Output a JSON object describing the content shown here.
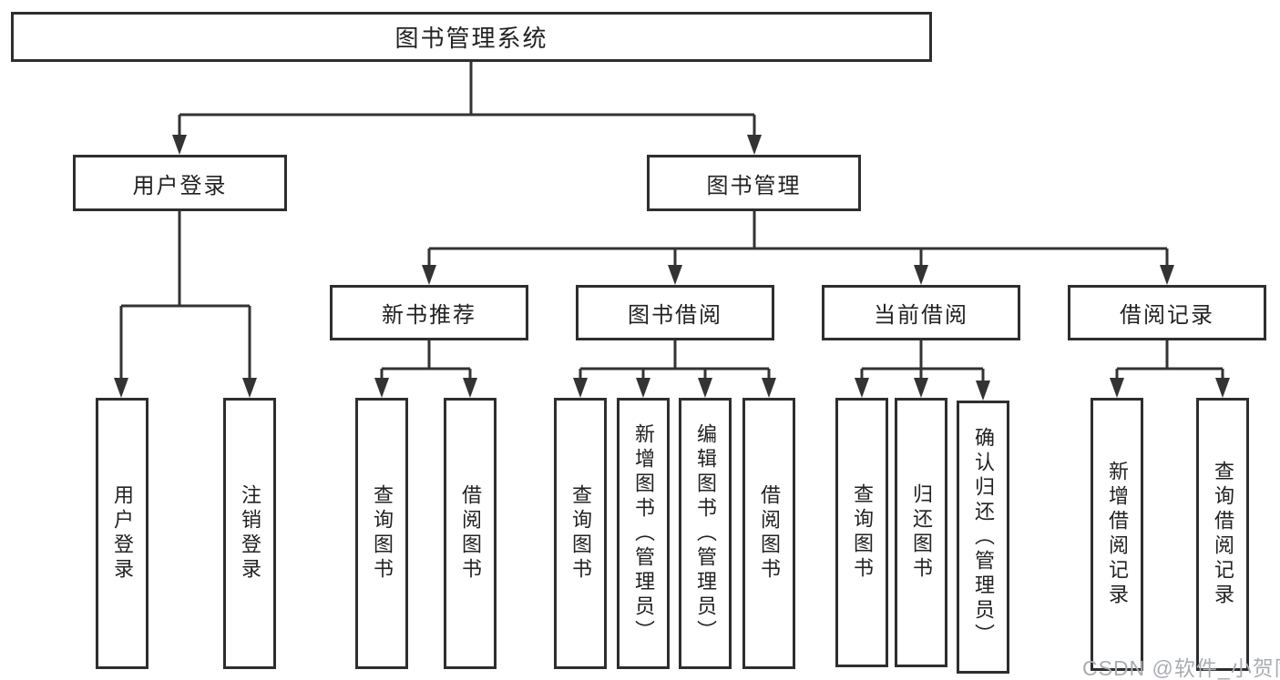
{
  "diagram": {
    "root": {
      "label": "图书管理系统"
    },
    "level2": [
      {
        "label": "用户登录",
        "children": [
          {
            "label": "用户登录"
          },
          {
            "label": "注销登录"
          }
        ]
      },
      {
        "label": "图书管理",
        "children": [
          {
            "label": "新书推荐",
            "children": [
              {
                "label": "查询图书"
              },
              {
                "label": "借阅图书"
              }
            ]
          },
          {
            "label": "图书借阅",
            "children": [
              {
                "label": "查询图书"
              },
              {
                "label": "新增图书（管理员）"
              },
              {
                "label": "编辑图书（管理员）"
              },
              {
                "label": "借阅图书"
              }
            ]
          },
          {
            "label": "当前借阅",
            "children": [
              {
                "label": "查询图书"
              },
              {
                "label": "归还图书"
              },
              {
                "label": "确认归还（管理员）"
              }
            ]
          },
          {
            "label": "借阅记录",
            "children": [
              {
                "label": "新增借阅记录"
              },
              {
                "label": "查询借阅记录"
              }
            ]
          }
        ]
      }
    ]
  },
  "watermark": {
    "text": "CSDN @软件_小贺同学"
  },
  "colors": {
    "line": "#333333",
    "box_border": "#2e2e2e",
    "text": "#222222",
    "watermark": "#a9adb3",
    "background": "#ffffff"
  }
}
